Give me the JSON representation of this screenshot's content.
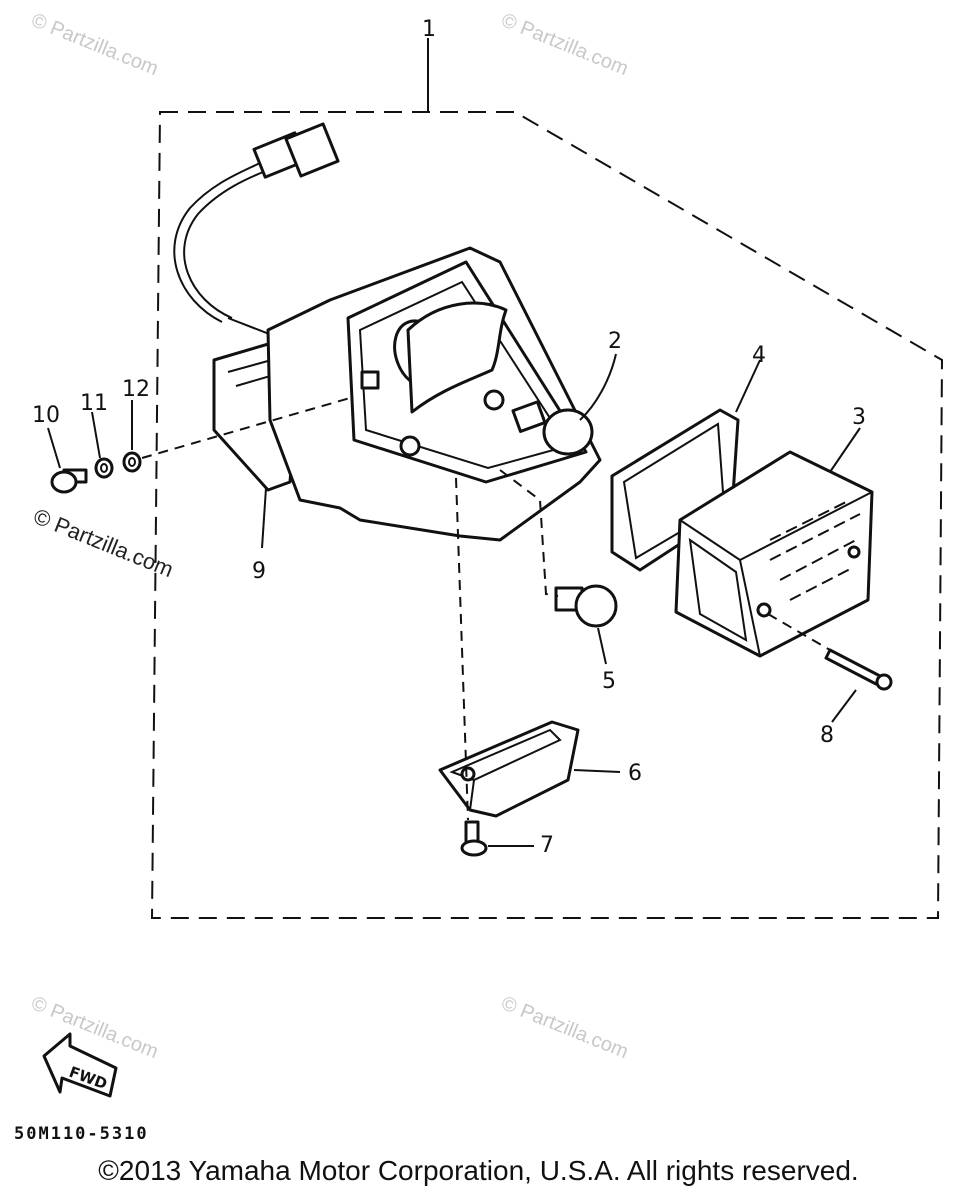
{
  "callouts": [
    "1",
    "2",
    "3",
    "4",
    "5",
    "6",
    "7",
    "8",
    "9",
    "10",
    "11",
    "12"
  ],
  "watermark": "© Partzilla.com",
  "fwd_label": "FWD",
  "diagram_code": "50M110-5310",
  "copyright": "©2013 Yamaha Motor Corporation, U.S.A. All rights reserved."
}
